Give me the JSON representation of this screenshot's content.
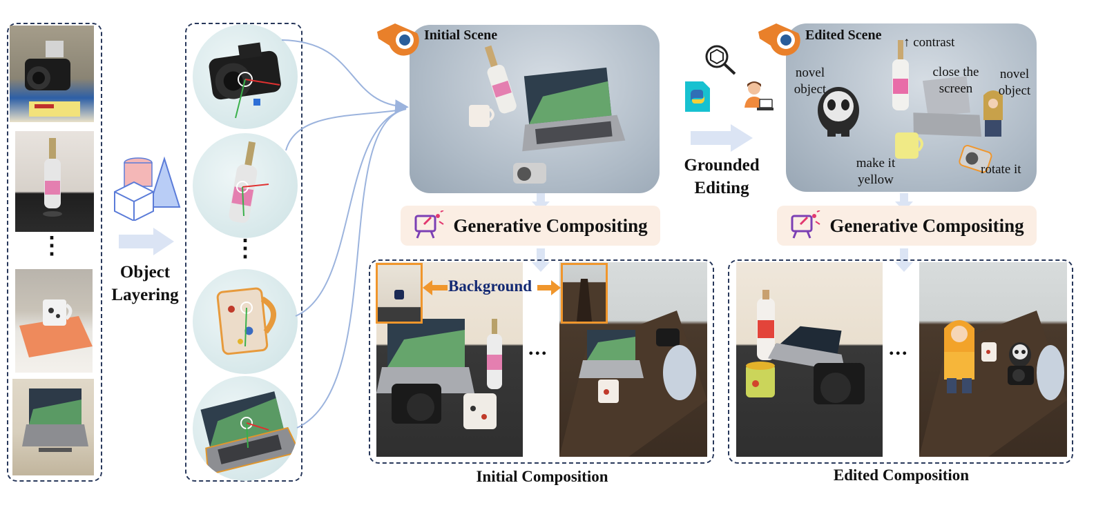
{
  "labels": {
    "object_layering": [
      "Object",
      "Layering"
    ],
    "initial_scene": "Initial Scene",
    "edited_scene": "Edited Scene",
    "generative_compositing": "Generative Compositing",
    "grounded_editing": [
      "Grounded",
      "Editing"
    ],
    "background": "Background",
    "initial_composition": "Initial Composition",
    "edited_composition": "Edited Composition",
    "vdots": "⋮",
    "hdots": "..."
  },
  "edit_notes": {
    "contrast": "↑ contrast",
    "novel_object_left": [
      "novel",
      "object"
    ],
    "close_screen": [
      "close the",
      "screen"
    ],
    "novel_object_right": [
      "novel",
      "object"
    ],
    "make_yellow": [
      "make it",
      "yellow"
    ],
    "rotate": "rotate it"
  },
  "colors": {
    "arrow_light": "#dbe4f4",
    "curve_blue": "#9bb3dd",
    "orange": "#f0962c",
    "navy": "#27375a",
    "gc_bg": "#fbeee4"
  }
}
